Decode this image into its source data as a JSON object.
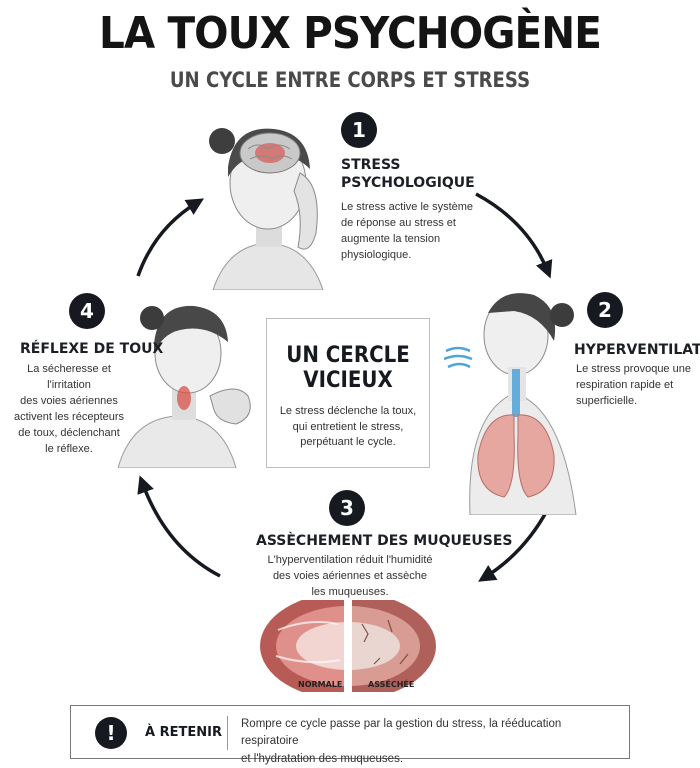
{
  "header": {
    "title": "LA TOUX PSYCHOGÈNE",
    "subtitle": "UN CYCLE ENTRE CORPS ET STRESS"
  },
  "steps": [
    {
      "number": "1",
      "title_line1": "STRESS",
      "title_line2": "PSYCHOLOGIQUE",
      "desc_lines": [
        "Le stress active le système",
        "de réponse au stress et",
        "augmente la tension",
        "physiologique."
      ]
    },
    {
      "number": "2",
      "title_line1": "HYPERVENTILATION",
      "desc_lines": [
        "Le stress provoque une",
        "respiration rapide et",
        "superficielle."
      ]
    },
    {
      "number": "3",
      "title_line1": "ASSÈCHEMENT DES MUQUEUSES",
      "desc_lines": [
        "L'hyperventilation réduit l'humidité",
        "des voies aériennes et assèche",
        "les muqueuses."
      ],
      "labels": {
        "normal": "NORMALE",
        "dry": "ASSÉCHÉE"
      }
    },
    {
      "number": "4",
      "title_line1": "RÉFLEXE DE TOUX",
      "desc_lines": [
        "La sécheresse et l'irritation",
        "des voies aériennes",
        "activent les récepteurs",
        "de toux, déclenchant",
        "le réflexe."
      ]
    }
  ],
  "center": {
    "title_line1": "UN CERCLE",
    "title_line2": "VICIEUX",
    "desc_lines": [
      "Le stress déclenche la toux,",
      "qui entretient le stress,",
      "perpétuant le cycle."
    ]
  },
  "retenir": {
    "icon_glyph": "!",
    "label": "À RETENIR",
    "text_lines": [
      "Rompre ce cycle passe par la gestion du stress, la rééducation respiratoire",
      "et l'hydratation des muqueuses."
    ]
  },
  "colors": {
    "dark": "#161a20",
    "inflammation": "#d9504a",
    "lung": "#e6a7a1",
    "airway_blue": "#4ea3d8"
  },
  "icons": [
    "brain-icon",
    "lungs-icon",
    "airway-cross-section-icon",
    "breath-icon",
    "cycle-arrow-icon",
    "exclamation-icon"
  ]
}
